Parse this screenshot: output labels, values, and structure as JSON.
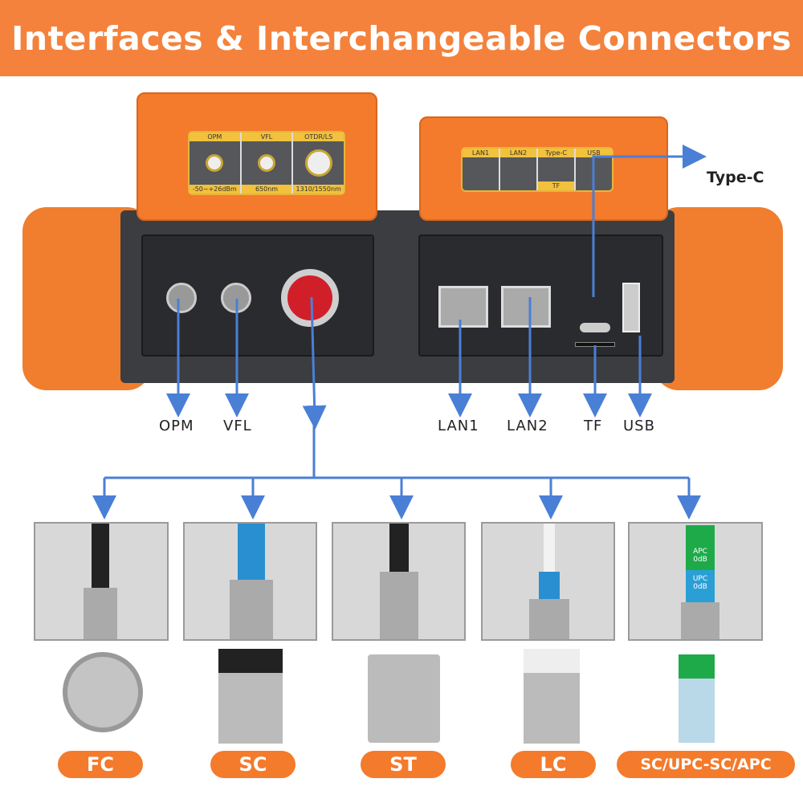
{
  "title": "Interfaces & Interchangeable Connectors",
  "lid_left": {
    "ports": [
      {
        "name": "OPM",
        "spec": "-50~+26dBm"
      },
      {
        "name": "VFL",
        "spec": "650nm"
      },
      {
        "name": "OTDR/LS",
        "spec": "1310/1550nm"
      }
    ]
  },
  "lid_right": {
    "labels": [
      "LAN1",
      "LAN2",
      "Type-C",
      "TF",
      "USB"
    ]
  },
  "callouts": {
    "type_c": "Type-C",
    "opm": "OPM",
    "vfl": "VFL",
    "lan1": "LAN1",
    "lan2": "LAN2",
    "tf": "TF",
    "usb": "USB"
  },
  "connectors": [
    {
      "label": "FC"
    },
    {
      "label": "SC"
    },
    {
      "label": "ST"
    },
    {
      "label": "LC"
    },
    {
      "label": "SC/UPC-SC/APC"
    }
  ],
  "attenuator": {
    "top": "APC 0dB",
    "bottom": "UPC 0dB"
  },
  "colors": {
    "orange": "#f4823c",
    "arrow": "#4a7fd6",
    "device": "#3c3d40"
  }
}
